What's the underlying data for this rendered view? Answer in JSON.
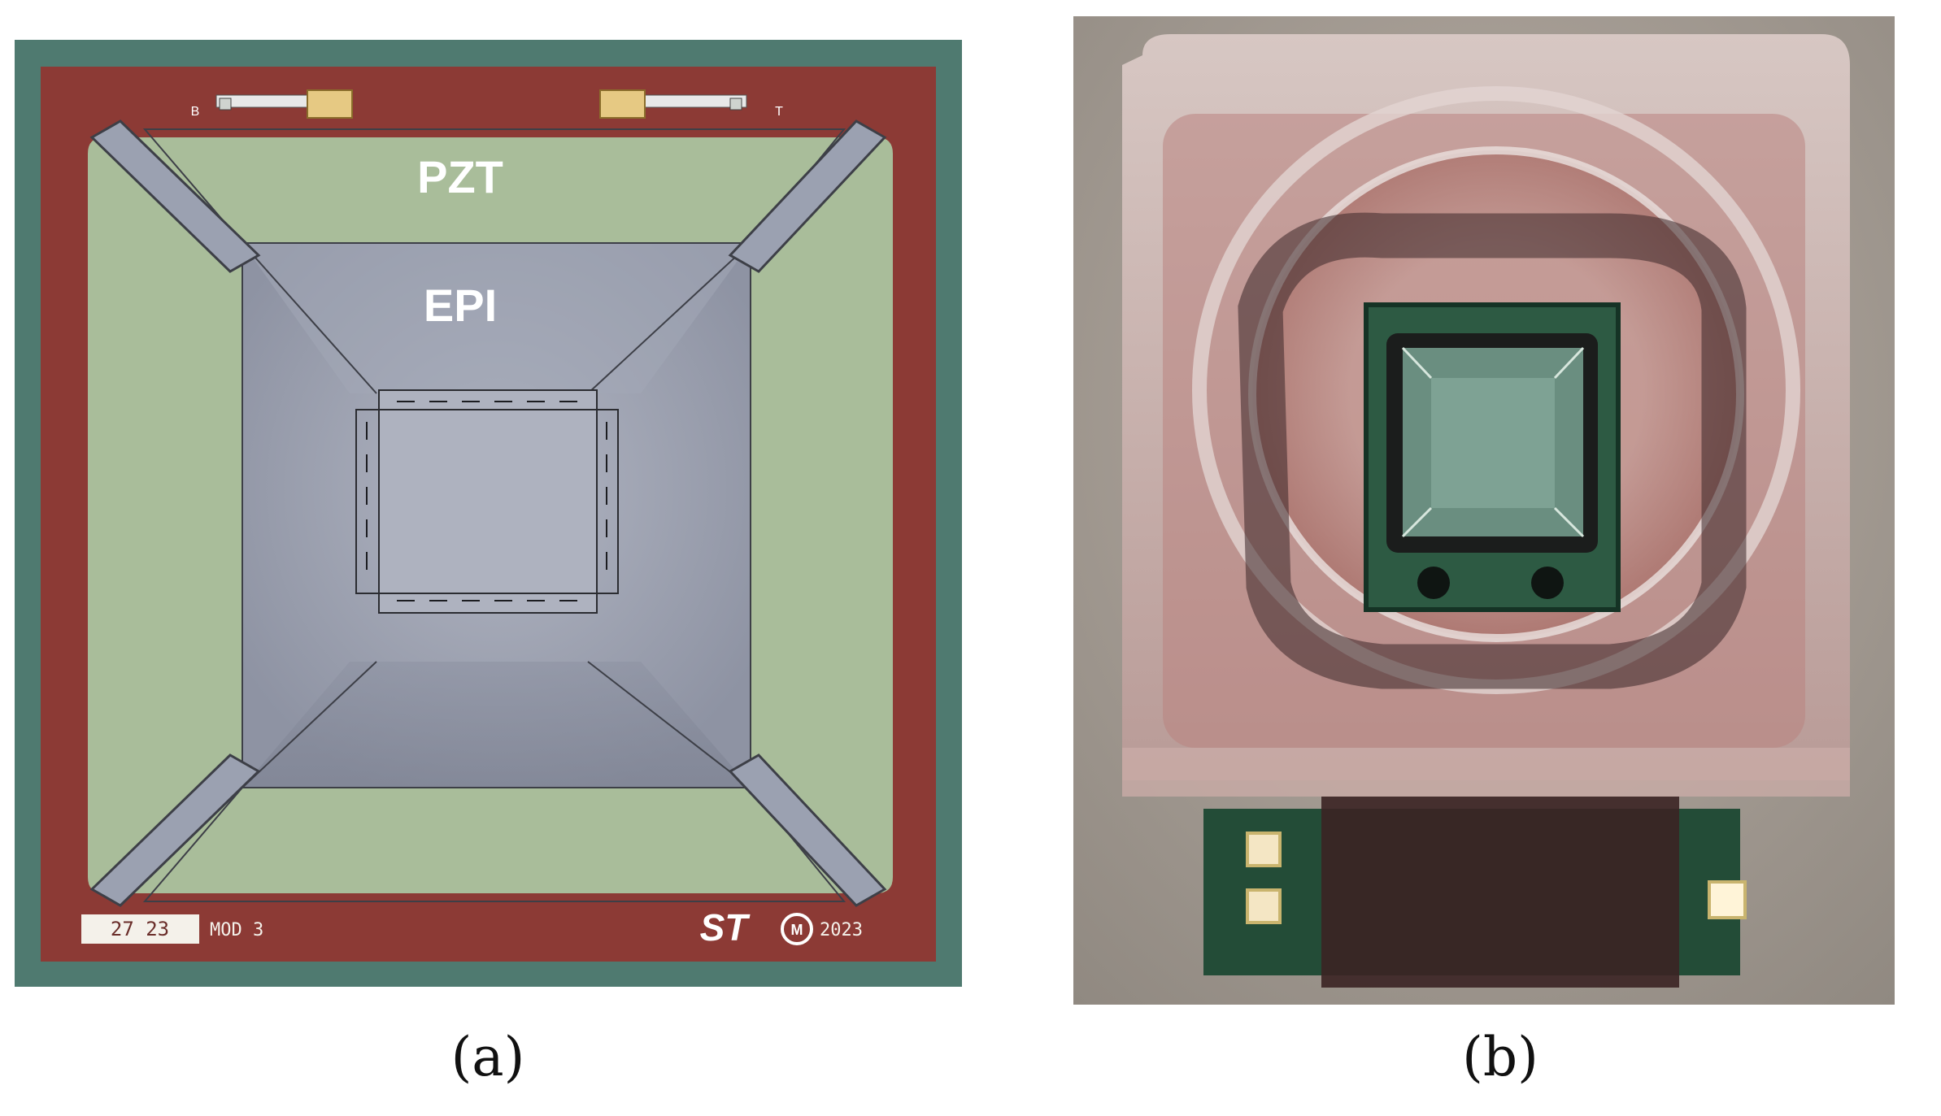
{
  "figure": {
    "panel_a": {
      "caption": "(a)",
      "labels": {
        "pzt": "PZT",
        "epi": "EPI",
        "pad_left": "B",
        "pad_right": "T",
        "die_id": "27 23",
        "module": "MOD 3",
        "logo": "ST",
        "year": "2023"
      },
      "colors": {
        "frame": "#4f7a70",
        "substrate": "#8c3a35",
        "pzt_region": "#a9bd9a",
        "epi_region": "#9ea4b4",
        "pads": "#e6c983"
      }
    },
    "panel_b": {
      "caption": "(b)",
      "colors": {
        "background": "#a59c93",
        "cube": "#c6a8a3",
        "pcb": "#1f4a36",
        "chip": "#5a7f72"
      }
    }
  }
}
